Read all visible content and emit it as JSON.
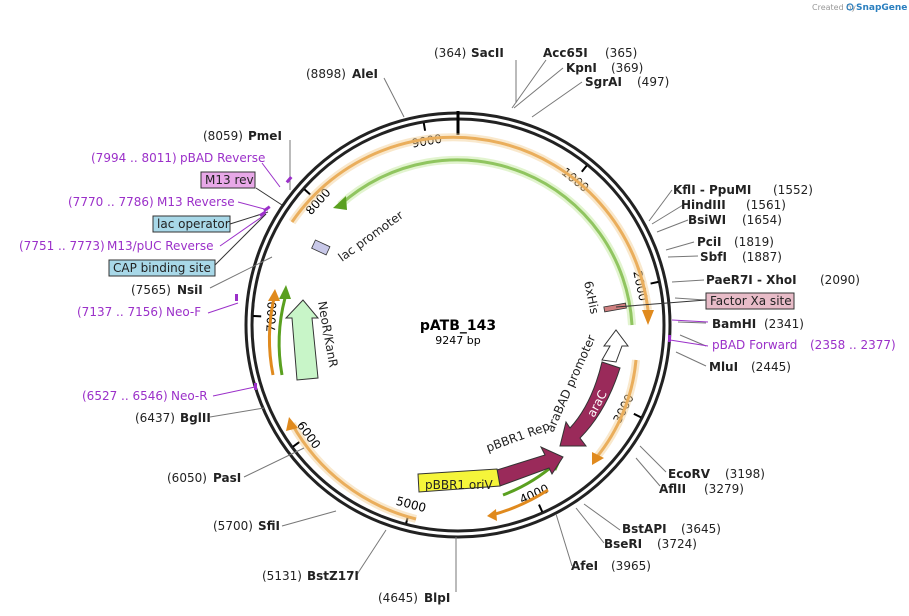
{
  "credit": {
    "prefix": "Created by",
    "brand": "SnapGene"
  },
  "plasmid": {
    "name": "pATB_143",
    "size_label": "9247 bp",
    "length": 9247
  },
  "tick_labels": [
    {
      "pos": 1000,
      "text": "1000"
    },
    {
      "pos": 2000,
      "text": "2000"
    },
    {
      "pos": 3000,
      "text": "3000"
    },
    {
      "pos": 4000,
      "text": "4000"
    },
    {
      "pos": 5000,
      "text": "5000"
    },
    {
      "pos": 6000,
      "text": "6000"
    },
    {
      "pos": 7000,
      "text": "7000"
    },
    {
      "pos": 8000,
      "text": "8000"
    },
    {
      "pos": 9000,
      "text": "9000"
    }
  ],
  "enzymes": [
    {
      "name": "SacII",
      "coord": "(364)",
      "pos": 364
    },
    {
      "name": "Acc65I",
      "coord": "(365)",
      "pos": 365
    },
    {
      "name": "KpnI",
      "coord": "(369)",
      "pos": 369
    },
    {
      "name": "SgrAI",
      "coord": "(497)",
      "pos": 497
    },
    {
      "name": "KflI - PpuMI",
      "coord": "(1552)",
      "pos": 1552
    },
    {
      "name": "HindIII",
      "coord": "(1561)",
      "pos": 1561
    },
    {
      "name": "BsiWI",
      "coord": "(1654)",
      "pos": 1654
    },
    {
      "name": "PciI",
      "coord": "(1819)",
      "pos": 1819
    },
    {
      "name": "SbfI",
      "coord": "(1887)",
      "pos": 1887
    },
    {
      "name": "PaeR7I - XhoI",
      "coord": "(2090)",
      "pos": 2090
    },
    {
      "name": "BamHI",
      "coord": "(2341)",
      "pos": 2341
    },
    {
      "name": "MluI",
      "coord": "(2445)",
      "pos": 2445
    },
    {
      "name": "EcoRV",
      "coord": "(3198)",
      "pos": 3198
    },
    {
      "name": "AflII",
      "coord": "(3279)",
      "pos": 3279
    },
    {
      "name": "BstAPI",
      "coord": "(3645)",
      "pos": 3645
    },
    {
      "name": "BseRI",
      "coord": "(3724)",
      "pos": 3724
    },
    {
      "name": "AfeI",
      "coord": "(3965)",
      "pos": 3965
    },
    {
      "name": "BlpI",
      "coord": "(4645)",
      "pos": 4645
    },
    {
      "name": "BstZ17I",
      "coord": "(5131)",
      "pos": 5131
    },
    {
      "name": "SfiI",
      "coord": "(5700)",
      "pos": 5700
    },
    {
      "name": "PasI",
      "coord": "(6050)",
      "pos": 6050
    },
    {
      "name": "BglII",
      "coord": "(6437)",
      "pos": 6437
    },
    {
      "name": "NsiI",
      "coord": "(7565)",
      "pos": 7565
    },
    {
      "name": "PmeI",
      "coord": "(8059)",
      "pos": 8059
    },
    {
      "name": "AleI",
      "coord": "(8898)",
      "pos": 8898
    }
  ],
  "primers": [
    {
      "name": "pBAD Reverse",
      "coord": "(7994 .. 8011)"
    },
    {
      "name": "M13 Reverse",
      "coord": "(7770 .. 7786)"
    },
    {
      "name": "M13/pUC Reverse",
      "coord": "(7751 .. 7773)"
    },
    {
      "name": "Neo-F",
      "coord": "(7137 .. 7156)"
    },
    {
      "name": "Neo-R",
      "coord": "(6527 .. 6546)"
    },
    {
      "name": "pBAD Forward",
      "coord": "(2358 .. 2377)"
    }
  ],
  "boxed_features": [
    {
      "name": "M13 rev",
      "fill": "#e8a8e8"
    },
    {
      "name": "lac operator",
      "fill": "#a8d8e8"
    },
    {
      "name": "CAP binding site",
      "fill": "#a8d8e8"
    },
    {
      "name": "Factor Xa site",
      "fill": "#e8bcc8"
    }
  ],
  "inner_features": [
    {
      "name": "lac promoter"
    },
    {
      "name": "NeoR/KanR",
      "fill": "#c8f5c8"
    },
    {
      "name": "6xHis"
    },
    {
      "name": "araBAD promoter",
      "fill": "#ffffff"
    },
    {
      "name": "araC",
      "fill": "#9a2a5a"
    },
    {
      "name": "pBBR1 Rep",
      "fill": "#9a2a5a"
    },
    {
      "name": "pBBR1 oriV",
      "fill": "#f5f53a"
    }
  ],
  "colors": {
    "orange_arc": "#e08a1e",
    "green_arc": "#5aa020",
    "primer": "#9b30c9"
  }
}
